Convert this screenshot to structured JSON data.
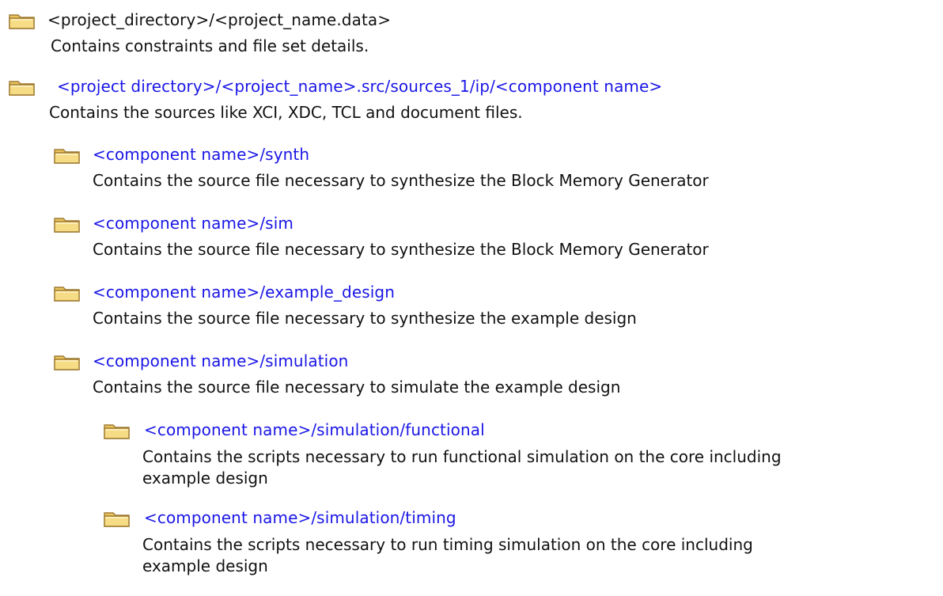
{
  "colors": {
    "link": "#1a16e6",
    "text": "#111111",
    "folder_fill": "#f4d77f",
    "folder_edge": "#a8843a"
  },
  "entries": [
    {
      "icon": "folder-icon",
      "path": "<project_directory>/<project_name.data>",
      "description": "Contains constraints and file set details."
    },
    {
      "icon": "folder-icon",
      "path": "<project directory>/<project_name>.src/sources_1/ip/<component name>",
      "description": "Contains the sources like XCI, XDC, TCL and document files."
    },
    {
      "icon": "folder-icon",
      "path": "<component name>/synth",
      "description": "Contains the source file necessary to synthesize the Block Memory Generator"
    },
    {
      "icon": "folder-icon",
      "path": "<component name>/sim",
      "description": "Contains the source file necessary to synthesize the Block Memory Generator"
    },
    {
      "icon": "folder-icon",
      "path": "<component name>/example_design",
      "description": "Contains the source file necessary to synthesize the example design"
    },
    {
      "icon": "folder-icon",
      "path": "<component name>/simulation",
      "description": "Contains the source file necessary to simulate the example design"
    },
    {
      "icon": "folder-icon",
      "path": "<component name>/simulation/functional",
      "description_line1": "Contains the scripts necessary to run functional simulation on the core including",
      "description_line2": "example design"
    },
    {
      "icon": "folder-icon",
      "path": "<component name>/simulation/timing",
      "description_line1": "Contains the scripts necessary to run timing simulation on the core including",
      "description_line2": "example design"
    }
  ]
}
